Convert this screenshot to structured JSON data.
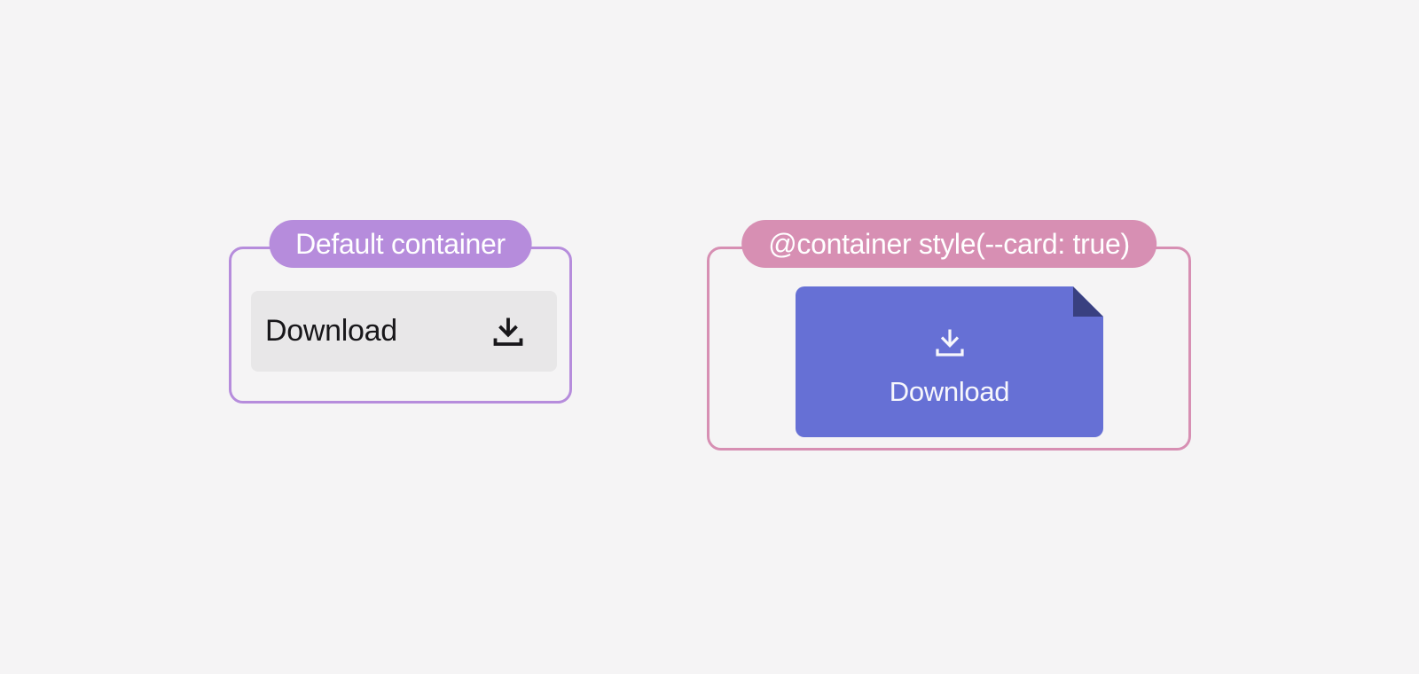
{
  "page": {
    "background": "#f5f4f5"
  },
  "left_container": {
    "label": "Default container",
    "accent_color": "#b68cdc",
    "button": {
      "label": "Download",
      "icon": "download-icon",
      "background": "#e8e7e8",
      "text_color": "#18171a"
    }
  },
  "right_container": {
    "label": "@container style(--card: true)",
    "accent_color": "#d78fb3",
    "card_button": {
      "label": "Download",
      "icon": "download-icon",
      "background": "#6670d5",
      "fold_color": "#394080",
      "text_color": "#f7f7fc"
    }
  }
}
